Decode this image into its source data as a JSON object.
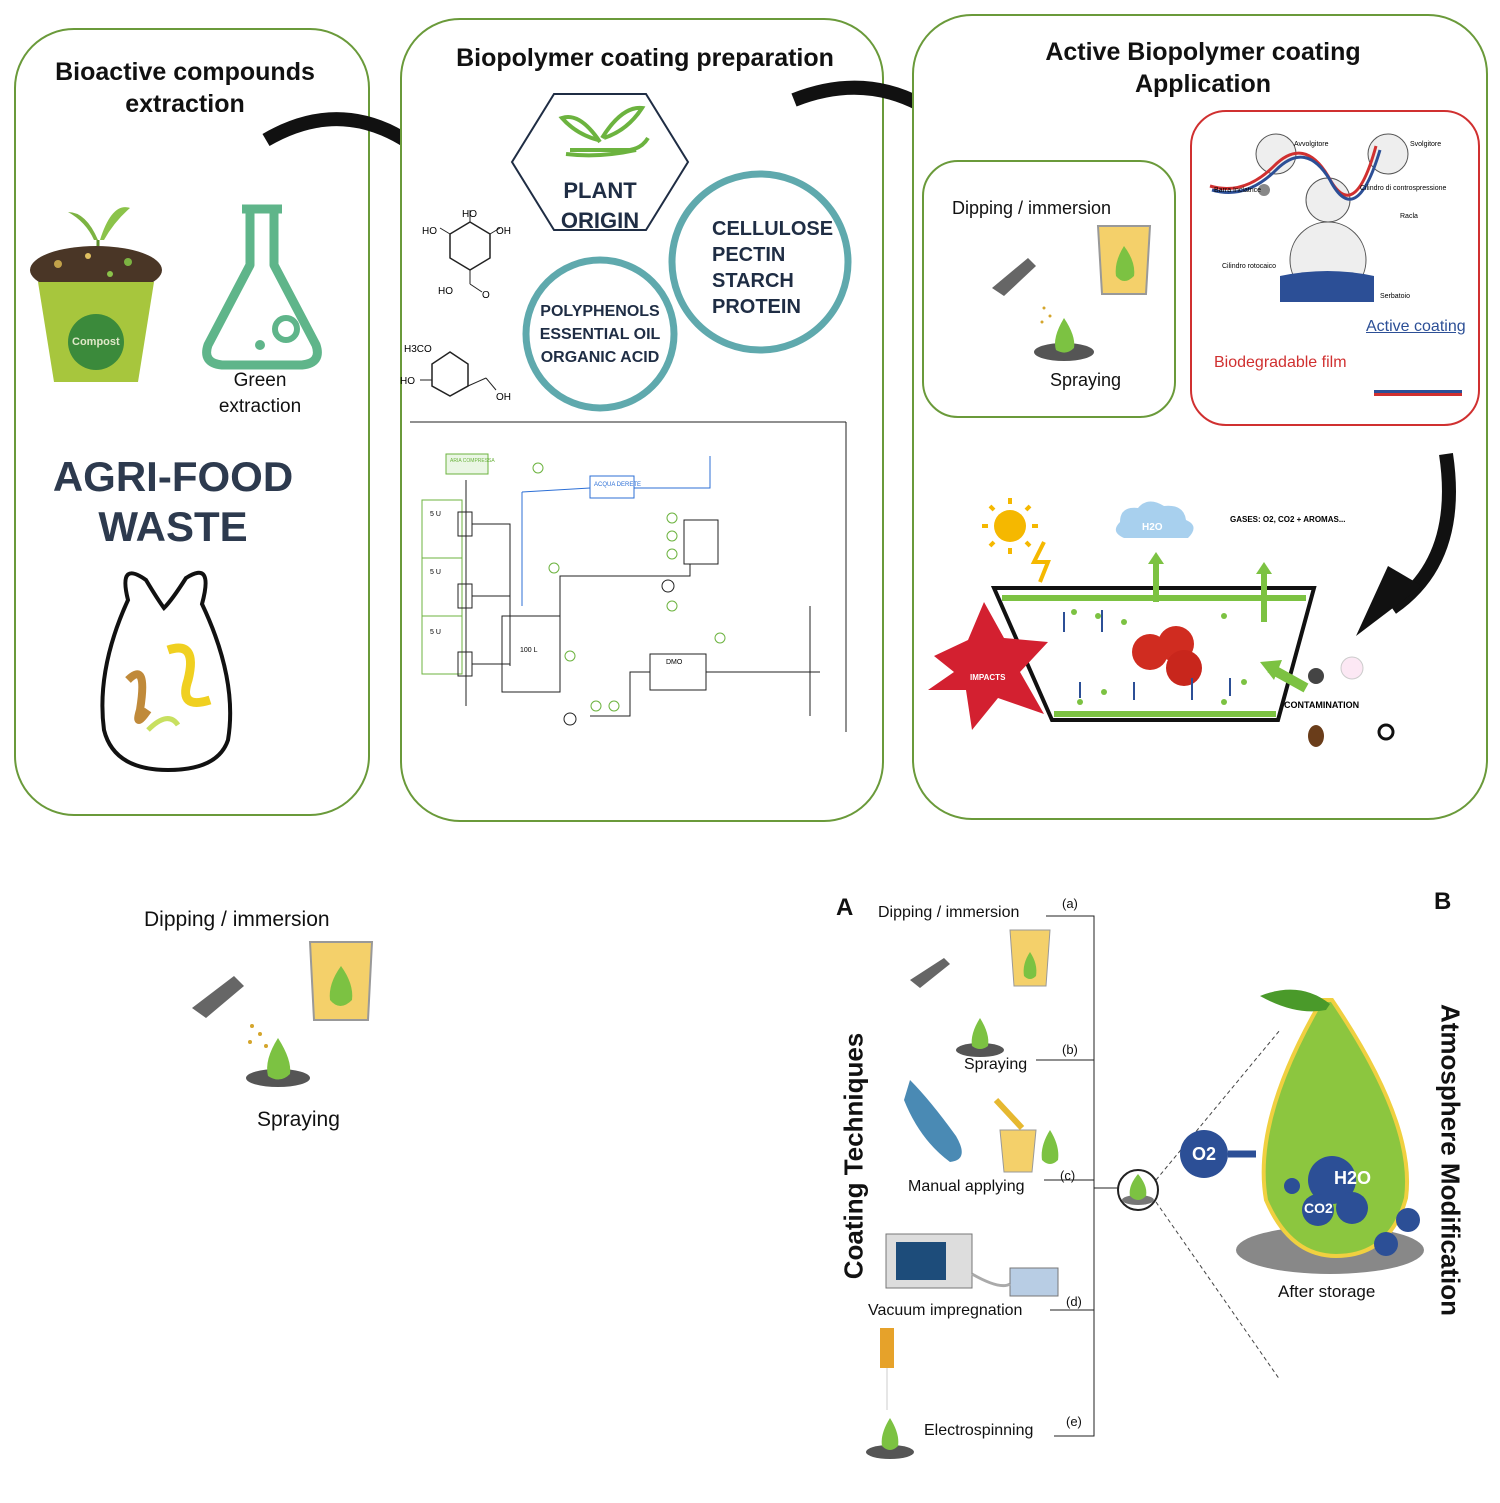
{
  "colors": {
    "panel_border": "#6a9a3a",
    "teal": "#5fa9ad",
    "navy": "#1f2d44",
    "red": "#d03030",
    "green": "#6cb33f",
    "blue": "#2c4f96"
  },
  "panel1": {
    "title_line1": "Bioactive compounds",
    "title_line2": "extraction",
    "compost_label": "Compost",
    "green_extraction_line1": "Green",
    "green_extraction_line2": "extraction",
    "waste_line1": "AGRI-FOOD",
    "waste_line2": "WASTE"
  },
  "panel2": {
    "title": "Biopolymer coating preparation",
    "plant_line1": "PLANT",
    "plant_line2": "ORIGIN",
    "circle_right": [
      "CELLULOSE",
      "PECTIN",
      "STARCH",
      "PROTEIN"
    ],
    "circle_left": [
      "POLYPHENOLS",
      "ESSENTIAL OIL",
      "ORGANIC ACID"
    ],
    "chem1_labels": {
      "ho_top": "HO",
      "ho_left": "HO",
      "oh_right": "OH",
      "ho_bottom": "HO"
    },
    "chem2_labels": {
      "h3co": "H3CO",
      "ho": "HO",
      "oh": "OH"
    },
    "schematic": {
      "aria": "ARIA COMPRESSA",
      "acqua": "ACQUA DERETE",
      "tank": "100 L",
      "pump": "DMO",
      "lbl_5u": "5 U"
    }
  },
  "panel3": {
    "title_line1": "Active Biopolymer coating",
    "title_line2": "Application",
    "dipping": "Dipping / immersion",
    "spraying": "Spraying",
    "machine_labels": [
      "Avvolgitore",
      "Svolgitore",
      "Barra Inclatrice",
      "Cilindro di controspressione",
      "Racla",
      "Cilindro rotocaico",
      "Serbatoio"
    ],
    "active_coating": "Active coating",
    "biodegradable_film": "Biodegradable film",
    "h2o": "H2O",
    "gases": "GASES: O2, CO2 + AROMAS...",
    "impacts": "IMPACTS",
    "contamination": "CONTAMINATION"
  },
  "bottom_left": {
    "dipping": "Dipping / immersion",
    "spraying": "Spraying"
  },
  "bottom_right": {
    "label_a": "A",
    "label_b": "B",
    "vertical_a": "Coating Techniques",
    "vertical_b": "Atmosphere Modification",
    "techniques": [
      {
        "name": "Dipping / immersion",
        "tag": "(a)"
      },
      {
        "name": "Spraying",
        "tag": "(b)"
      },
      {
        "name": "Manual applying",
        "tag": "(c)"
      },
      {
        "name": "Vacuum impregnation",
        "tag": "(d)"
      },
      {
        "name": "Electrospinning",
        "tag": "(e)"
      }
    ],
    "o2": "O2",
    "h2o": "H2O",
    "co2": "CO2",
    "after_storage": "After storage"
  }
}
